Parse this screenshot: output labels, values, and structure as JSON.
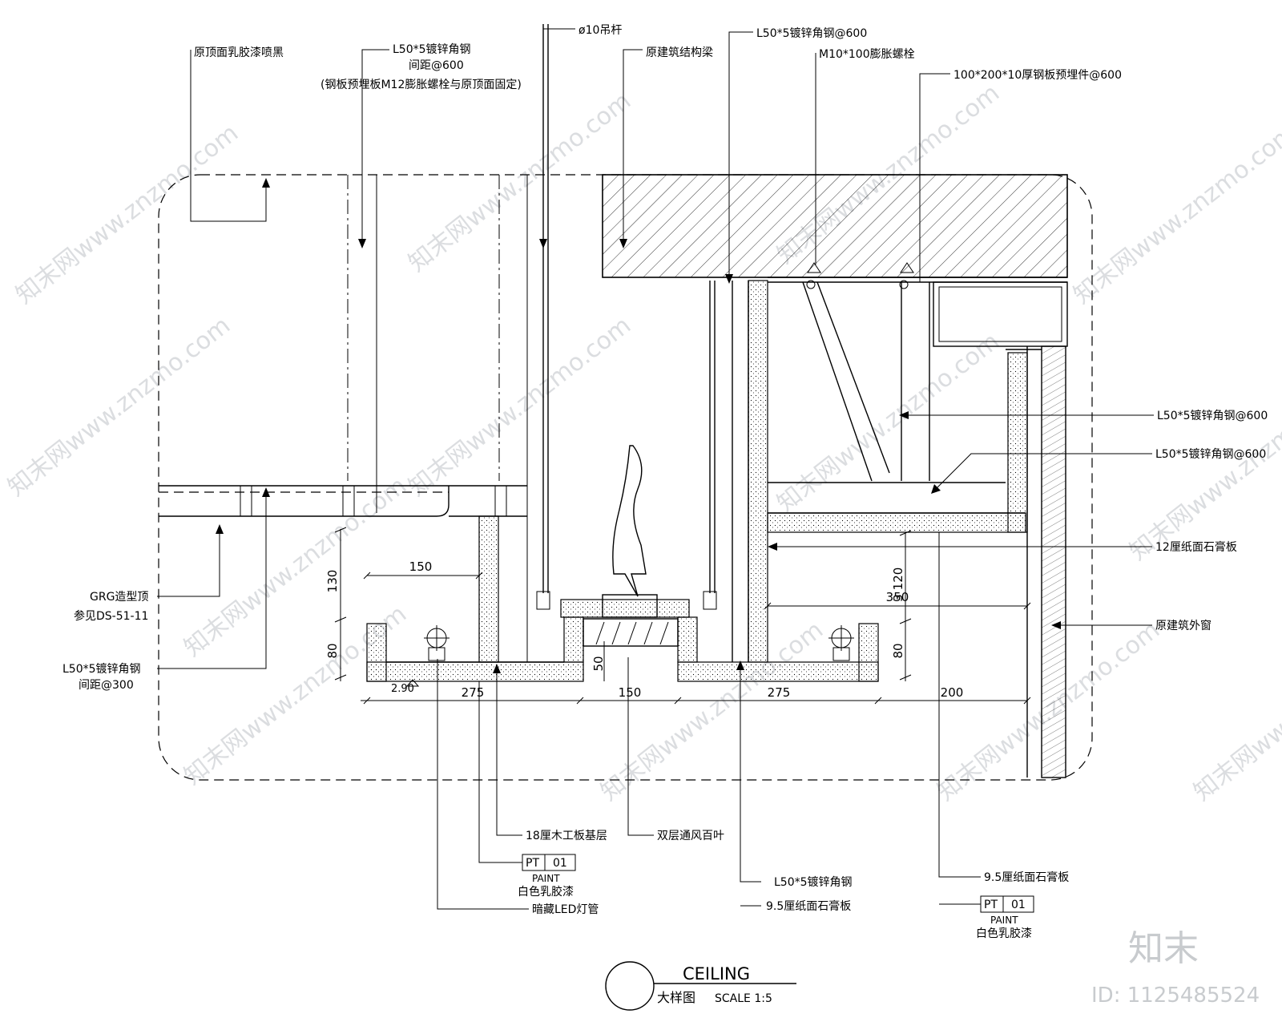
{
  "labels": {
    "top_paint": "原顶面乳胶漆喷黑",
    "angle_steel_600_l1": "L50*5镀锌角钢",
    "angle_steel_600_l2": "间距@600",
    "angle_steel_600_l3": "(钢板预埋板M12膨胀螺栓与原顶面固定)",
    "rod": "ø10吊杆",
    "beam": "原建筑结构梁",
    "angle_steel_top": "L50*5镀锌角钢@600",
    "bolt": "M10*100膨胀螺栓",
    "embed_plate": "100*200*10厚钢板预埋件@600",
    "angle_right_1": "L50*5镀锌角钢@600",
    "angle_right_2": "L50*5镀锌角钢@600",
    "gypsum_12": "12厘纸面石膏板",
    "window": "原建筑外窗",
    "grg_l1": "GRG造型顶",
    "grg_l2": "参见DS-51-11",
    "angle300_l1": "L50*5镀锌角钢",
    "angle300_l2": "间距@300",
    "wood_base": "18厘木工板基层",
    "vent": "双层通风百叶",
    "paint_code_pt": "PT",
    "paint_code_num": "01",
    "paint_word": "PAINT",
    "white_paint": "白色乳胶漆",
    "led": "暗藏LED灯管",
    "angle_bottom": "L50*5镀锌角钢",
    "gypsum_95_a": "9.5厘纸面石膏板",
    "gypsum_95_b": "9.5厘纸面石膏板",
    "paint_code_pt_r": "PT",
    "paint_code_num_r": "01",
    "paint_word_r": "PAINT",
    "white_paint_r": "白色乳胶漆"
  },
  "dimensions": {
    "d130": "130",
    "d150_top": "150",
    "d80_left": "80",
    "d290": "2.90",
    "d275_left": "275",
    "d150_bottom": "150",
    "d50": "50",
    "d275_right": "275",
    "d200": "200",
    "d120": "120",
    "d350": "350",
    "d3": "3",
    "d80_right": "80"
  },
  "title": {
    "main": "CEILING",
    "sub": "大样图",
    "scale": "SCALE 1:5"
  },
  "watermark": {
    "text": "知末网www.znzmo.com",
    "brand": "知末",
    "id": "ID: 1125485524"
  }
}
